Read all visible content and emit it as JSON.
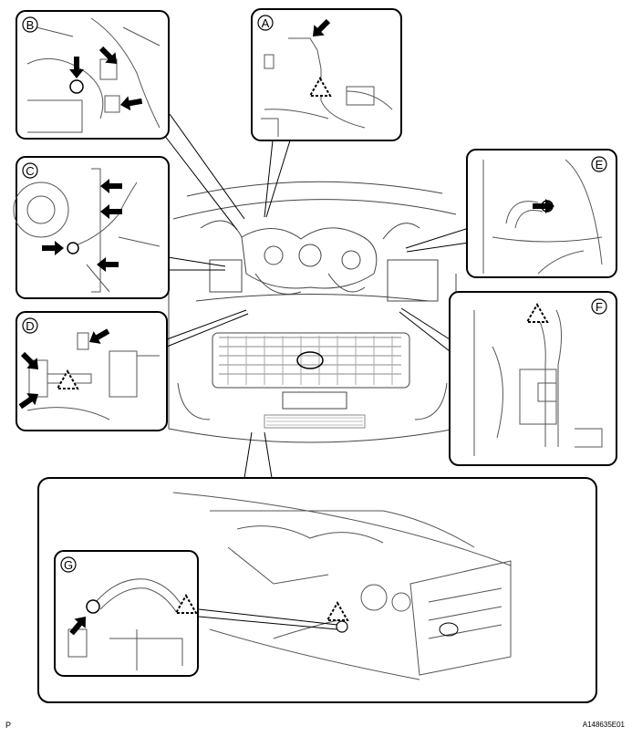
{
  "panels": [
    {
      "id": "A",
      "label": "A"
    },
    {
      "id": "B",
      "label": "B"
    },
    {
      "id": "C",
      "label": "C"
    },
    {
      "id": "D",
      "label": "D"
    },
    {
      "id": "E",
      "label": "E"
    },
    {
      "id": "F",
      "label": "F"
    },
    {
      "id": "G",
      "label": "G"
    }
  ],
  "footer": {
    "left": "P",
    "right": "A148635E01"
  }
}
